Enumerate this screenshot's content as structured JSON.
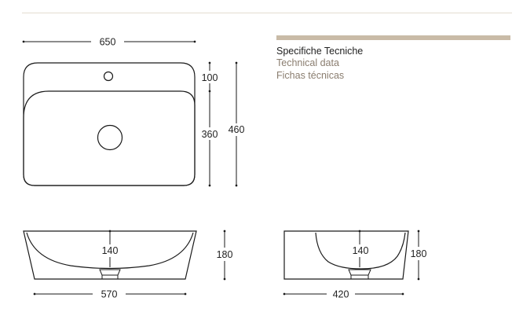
{
  "header": {
    "title_it": "Specifiche Tecniche",
    "title_en": "Technical data",
    "title_es": "Fichas técnicas"
  },
  "colors": {
    "accent_bar": "#c9bba7",
    "primary_text": "#222222",
    "secondary_text": "#8a7d6f",
    "outline": "#1a1a1a",
    "divider": "#e3dcd1"
  },
  "top_view": {
    "width_label": "650",
    "deck_depth_label": "100",
    "bowl_depth_label": "360",
    "total_depth_label": "460"
  },
  "front_view": {
    "bowl_depth_label": "140",
    "height_label": "180",
    "width_label": "570"
  },
  "side_view": {
    "bowl_depth_label": "140",
    "height_label": "180",
    "width_label": "420"
  }
}
